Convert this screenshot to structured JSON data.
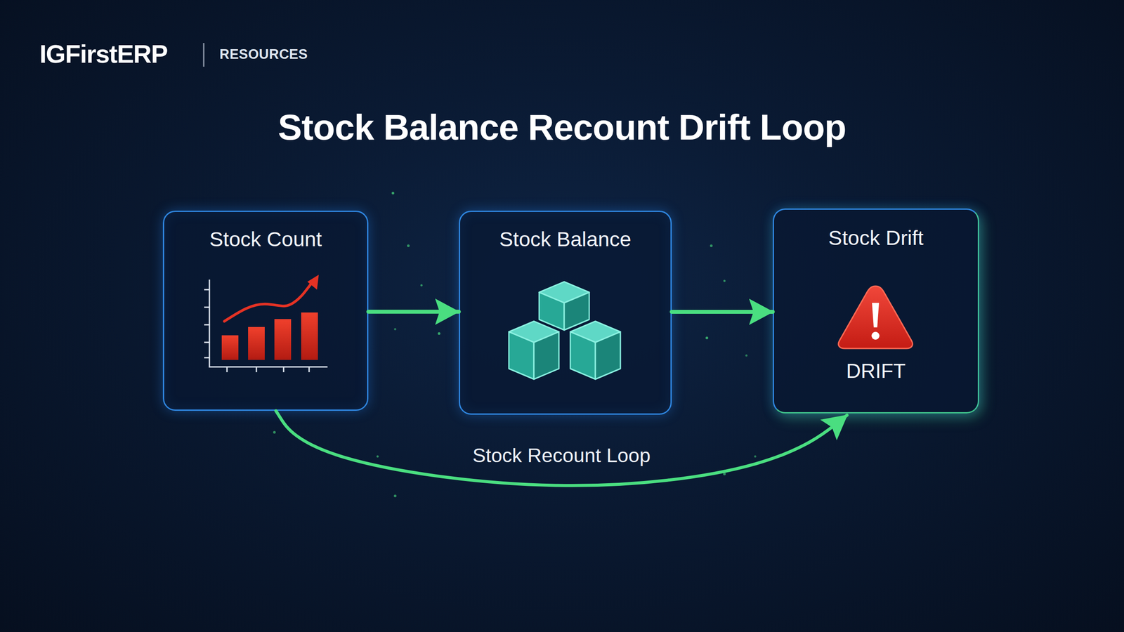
{
  "diagram": {
    "title": "Stock Balance Recount Drift Loop",
    "nodes": [
      {
        "text": [
          "Stock Count"
        ]
      },
      {
        "text": [
          "Stock Balance"
        ]
      },
      {
        "text": [
          "Stock Drift",
          "DRIFT"
        ]
      }
    ],
    "edges": [
      {
        "from": 0,
        "to": 1,
        "arrow": "to"
      },
      {
        "from": 1,
        "to": 2,
        "arrow": "to"
      },
      {
        "from": 0,
        "to": 2,
        "label": "Stock Recount Loop",
        "arrow": "to"
      }
    ],
    "labels": [
      "IGFirstERP",
      "RESOURCES"
    ]
  }
}
